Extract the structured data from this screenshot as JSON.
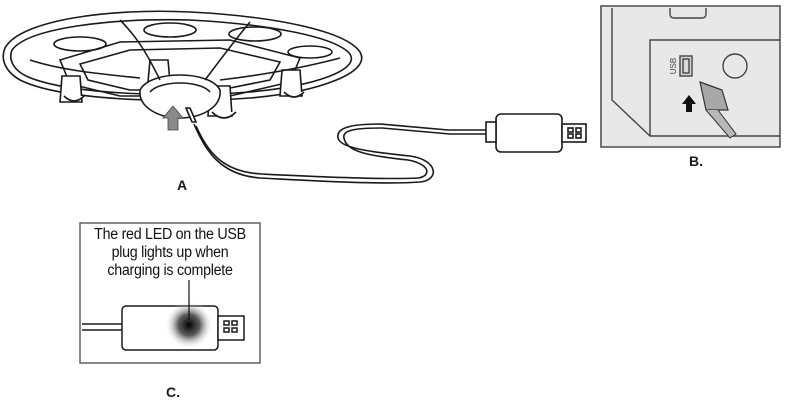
{
  "labels": {
    "a": "A",
    "b": "B.",
    "c": "C."
  },
  "panel_b": {
    "port_label": "USB"
  },
  "panel_c": {
    "callout_lines": [
      "The red LED on the USB",
      "plug lights up when",
      "charging is complete"
    ]
  },
  "colors": {
    "line": "#1a1a1a",
    "panel_bg": "#e6e6e6",
    "led_glow": "#000000"
  }
}
